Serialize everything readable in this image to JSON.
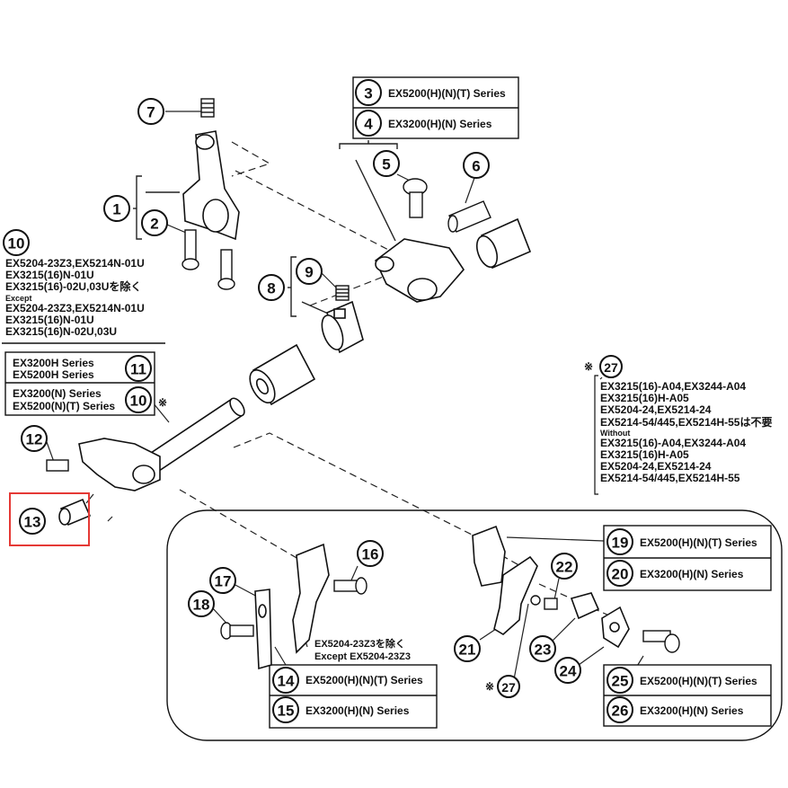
{
  "callouts": {
    "c1": "1",
    "c2": "2",
    "c3": "3",
    "c4": "4",
    "c5": "5",
    "c6": "6",
    "c7": "7",
    "c8": "8",
    "c9": "9",
    "c10a": "10",
    "c10b": "10",
    "c11": "11",
    "c12": "12",
    "c13": "13",
    "c14": "14",
    "c15": "15",
    "c16": "16",
    "c17": "17",
    "c18": "18",
    "c19": "19",
    "c20": "20",
    "c21": "21",
    "c22": "22",
    "c23": "23",
    "c24": "24",
    "c25": "25",
    "c26": "26",
    "c27a": "27",
    "c27b": "27"
  },
  "labels": {
    "l3": "EX5200(H)(N)(T) Series",
    "l4": "EX3200(H)(N) Series",
    "l11a": "EX3200H Series",
    "l11b": "EX5200H Series",
    "l10a": "EX3200(N) Series",
    "l10b": "EX5200(N)(T) Series",
    "asterisk": "※",
    "l19": "EX5200(H)(N)(T) Series",
    "l20": "EX3200(H)(N) Series",
    "l14": "EX5200(H)(N)(T) Series",
    "l15": "EX3200(H)(N) Series",
    "l25": "EX5200(H)(N)(T) Series",
    "l26": "EX3200(H)(N) Series",
    "l14note1": "EX5204-23Z3を除く",
    "l14note2": "Except EX5204-23Z3"
  },
  "note10": {
    "lines": [
      "EX5204-23Z3,EX5214N-01U",
      "EX3215(16)N-01U",
      "EX3215(16)-02U,03Uを除く",
      "Except",
      "EX5204-23Z3,EX5214N-01U",
      "EX3215(16)N-01U",
      "EX3215(16)N-02U,03U"
    ]
  },
  "note27": {
    "lines": [
      "EX3215(16)-A04,EX3244-A04",
      "EX3215(16)H-A05",
      "EX5204-24,EX5214-24",
      "EX5214-54/445,EX5214H-55は不要",
      "Without",
      "EX3215(16)-A04,EX3244-A04",
      "EX3215(16)H-A05",
      "EX5204-24,EX5214-24",
      "EX5214-54/445,EX5214H-55"
    ]
  },
  "highlight_color": "#e53935"
}
